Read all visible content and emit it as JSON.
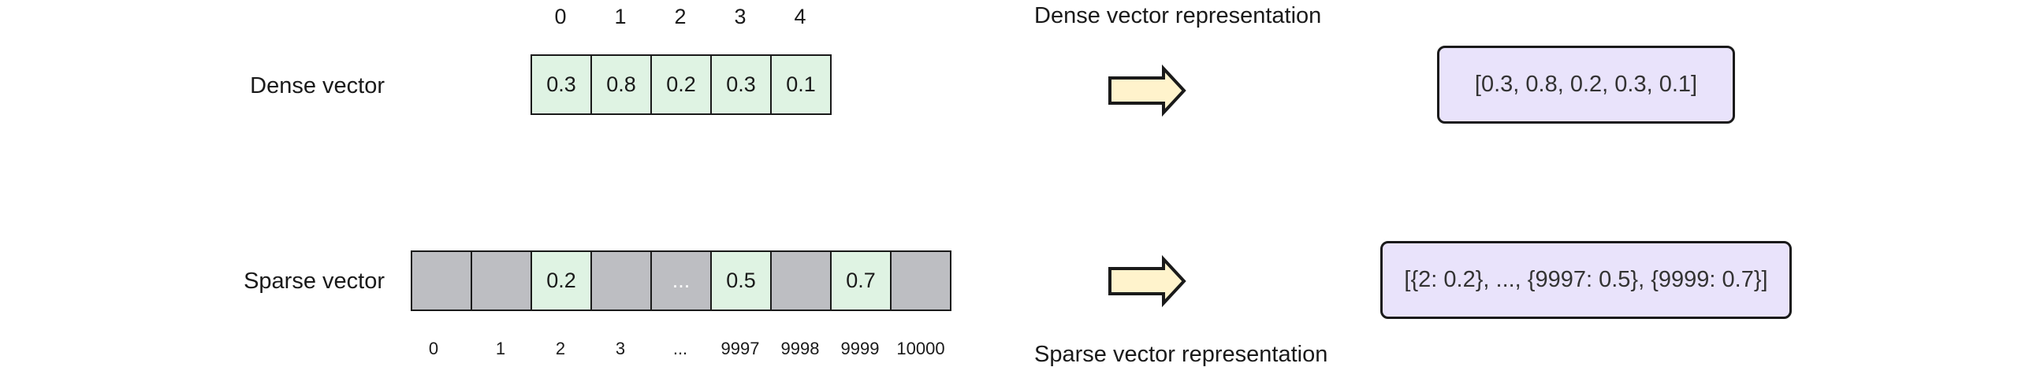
{
  "dense": {
    "label": "Dense vector",
    "indices": [
      "0",
      "1",
      "2",
      "3",
      "4"
    ],
    "values": [
      "0.3",
      "0.8",
      "0.2",
      "0.3",
      "0.1"
    ],
    "caption": "Dense vector representation",
    "representation": "[0.3, 0.8, 0.2, 0.3, 0.1]"
  },
  "sparse": {
    "label": "Sparse vector",
    "indices": [
      "0",
      "1",
      "2",
      "3",
      "...",
      "9997",
      "9998",
      "9999",
      "10000"
    ],
    "values": [
      "",
      "",
      "0.2",
      "",
      "...",
      "0.5",
      "",
      "0.7",
      ""
    ],
    "caption": "Sparse vector representation",
    "representation": "[{2: 0.2}, ..., {9997: 0.5}, {9999: 0.7}]"
  },
  "colors": {
    "filled_cell": "#dff3e3",
    "empty_cell": "#bdbec2",
    "arrow_fill": "#fff3cc",
    "box_fill": "#e9e3fb"
  }
}
